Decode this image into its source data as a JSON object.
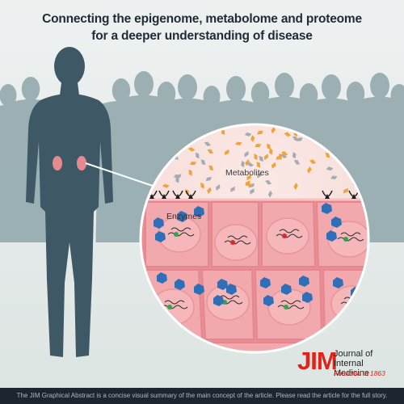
{
  "title": {
    "line1": "Connecting the epigenome, metabolome and proteome",
    "line2": "for a deeper understanding of disease"
  },
  "labels": {
    "metabolites": "Metabolites",
    "enzymes": "Enzymes"
  },
  "journal": {
    "mark": "JIM",
    "name_line1": "Journal of",
    "name_line2": "Internal Medicine",
    "founded": "Founded in 1863"
  },
  "footer": {
    "text": "The JIM Graphical Abstract is a concise visual summary of the main concept of the article. Please read the article for the full story."
  },
  "colors": {
    "background_top": "#eef1f1",
    "crowd": "#8fa6ab",
    "figure": "#3f5866",
    "kidney": "#e58b90",
    "cell": "#f2a9ae",
    "metabolite_orange": "#f2a23a",
    "metabolite_grey": "#a3acb3",
    "enzyme": "#2f6fb8",
    "receptor": "#1c1c1c",
    "nucleus_marker_red": "#d82d2d",
    "nucleus_marker_green": "#2fa64a",
    "brand_red": "#e2231a"
  }
}
